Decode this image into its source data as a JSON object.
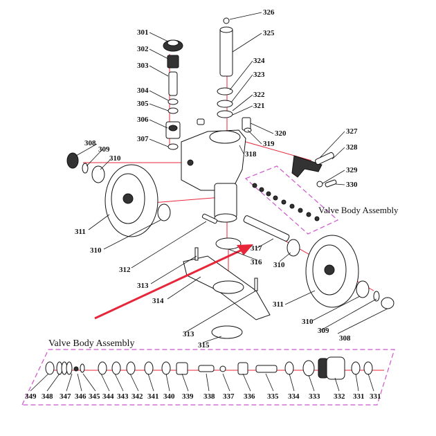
{
  "diagram": {
    "valve_title_upper": "Valve Body Assembly",
    "valve_title_lower": "Valve Body Assembly",
    "callouts": [
      "326",
      "325",
      "301",
      "302",
      "303",
      "324",
      "323",
      "322",
      "321",
      "304",
      "305",
      "306",
      "307",
      "320",
      "327",
      "308",
      "309",
      "310",
      "319",
      "318",
      "328",
      "329",
      "330",
      "311",
      "310",
      "317",
      "316",
      "310",
      "312",
      "313",
      "314",
      "311",
      "310",
      "309",
      "308",
      "313",
      "315"
    ],
    "row_callouts": [
      "349",
      "348",
      "347",
      "346",
      "345",
      "344",
      "343",
      "342",
      "341",
      "340",
      "339",
      "338",
      "337",
      "336",
      "335",
      "334",
      "333",
      "332",
      "331",
      "331"
    ],
    "arrow_color": "#e8263a",
    "outline_color": "#cc55cc"
  }
}
